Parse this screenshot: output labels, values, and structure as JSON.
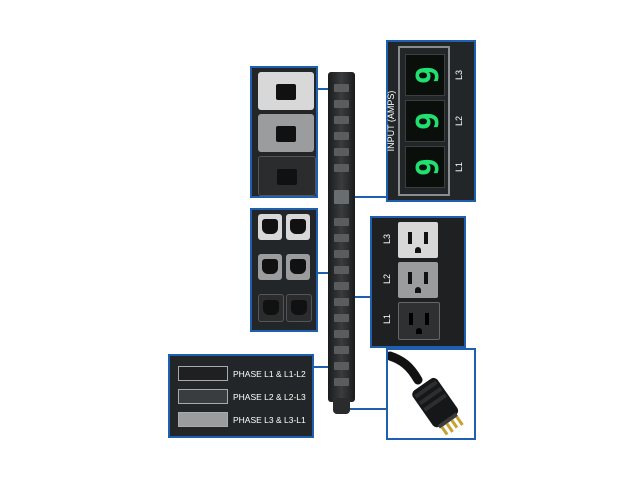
{
  "ammeter": {
    "title": "INPUT (AMPS)",
    "readings": [
      {
        "label": "L3",
        "value": "6"
      },
      {
        "label": "L2",
        "value": "6"
      },
      {
        "label": "L1",
        "value": "6"
      }
    ],
    "display_color": "#20e070"
  },
  "nema_outlets": {
    "labels": [
      "L3",
      "L2",
      "L1"
    ]
  },
  "phase_legend": [
    {
      "label": "PHASE  L1 &  L1-L2",
      "color": "#1e2022"
    },
    {
      "label": "PHASE  L2 &  L2-L3",
      "color": "#3a3d40"
    },
    {
      "label": "PHASE  L3 &  L3-L1",
      "color": "#9a9c9e"
    }
  ],
  "socket_colors": {
    "light": "#d8d8d8",
    "mid": "#9a9c9e",
    "dark": "#2a2c2e"
  },
  "accent_color": "#1f5fb0"
}
